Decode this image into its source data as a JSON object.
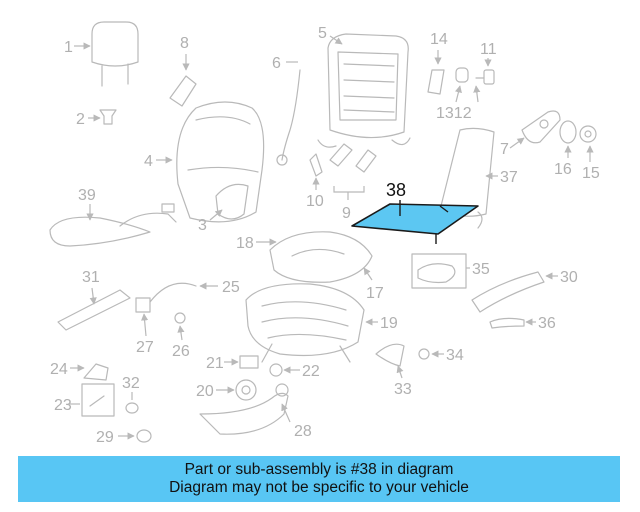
{
  "diagram": {
    "highlighted_callout": "38",
    "highlight_color": "#5cc7f2",
    "callouts": [
      "1",
      "2",
      "3",
      "4",
      "5",
      "6",
      "7",
      "8",
      "9",
      "10",
      "11",
      "12",
      "13",
      "14",
      "15",
      "16",
      "17",
      "18",
      "19",
      "20",
      "21",
      "22",
      "23",
      "24",
      "25",
      "26",
      "27",
      "28",
      "29",
      "30",
      "31",
      "32",
      "33",
      "34",
      "35",
      "36",
      "37",
      "39"
    ],
    "callout_13_12": "1312"
  },
  "banner": {
    "line1": "Part or sub-assembly is #38 in diagram",
    "line2": "Diagram may not be specific to your vehicle",
    "color": "#58c6f4"
  }
}
